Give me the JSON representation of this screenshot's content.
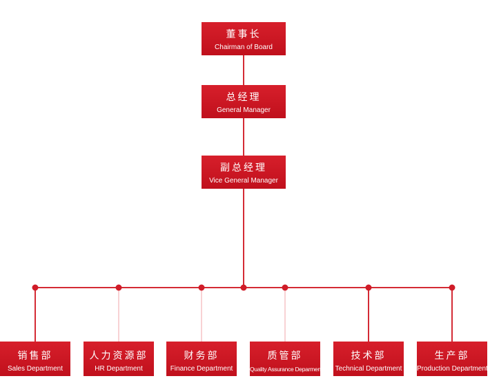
{
  "colors": {
    "box": "#cf1826",
    "line": "#d42a34",
    "line_light": "#f0a4a8",
    "dot": "#d01c28",
    "text": "#ffffff"
  },
  "chairman": {
    "zh": "董事长",
    "en": "Chairman of Board"
  },
  "general_manager": {
    "zh": "总经理",
    "en": "General Manager"
  },
  "vice_general_manager": {
    "zh": "副总经理",
    "en": "Vice General Manager"
  },
  "departments": [
    {
      "zh": "销售部",
      "en": "Sales Department"
    },
    {
      "zh": "人力资源部",
      "en": "HR Department"
    },
    {
      "zh": "财务部",
      "en": "Finance Department"
    },
    {
      "zh": "质管部",
      "en": "Quality Assurance Deparment"
    },
    {
      "zh": "技术部",
      "en": "Technical Department"
    },
    {
      "zh": "生产部",
      "en": "Production Department"
    }
  ]
}
